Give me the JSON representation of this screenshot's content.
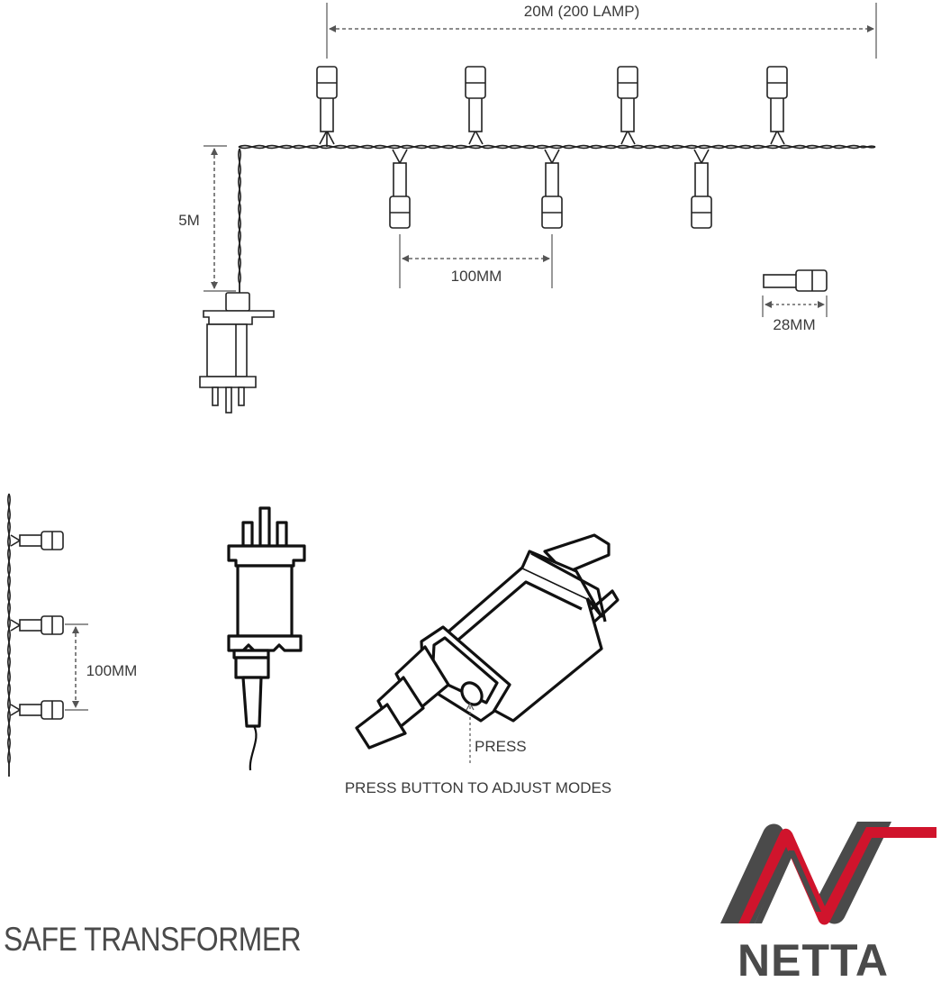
{
  "title": "SAFE TRANSFORMER",
  "dimensions": {
    "total_length": "20M (200 LAMP)",
    "lead_length": "5M",
    "lamp_spacing": "100MM",
    "lamp_size": "28MM",
    "vertical_spacing": "100MM"
  },
  "controller": {
    "press_label": "PRESS",
    "instruction": "PRESS BUTTON TO ADJUST MODES"
  },
  "brand": {
    "name": "NETTA",
    "colors": {
      "red": "#d0142c",
      "grey": "#4a4a4a"
    }
  }
}
